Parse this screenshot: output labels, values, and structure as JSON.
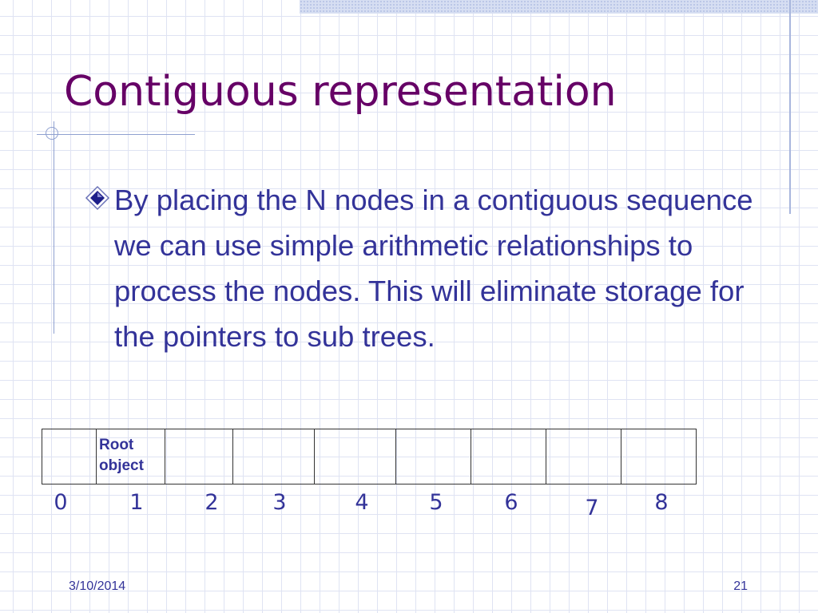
{
  "slide": {
    "title": "Contiguous representation",
    "bullet_icon": "diamond-bullet-icon",
    "bullets": [
      "By placing the N nodes in a contiguous sequence we can use simple arithmetic relationships to process the nodes. This will eliminate storage for the pointers to sub trees."
    ],
    "array": {
      "cells": [
        "",
        "Root object",
        "",
        "",
        "",
        "",
        "",
        "",
        ""
      ],
      "indices": [
        "0",
        "1",
        "2",
        "3",
        "4",
        "5",
        "6",
        "7",
        "8"
      ]
    },
    "footer": {
      "date": "3/10/2014",
      "page_number": "21"
    }
  },
  "colors": {
    "title": "#660066",
    "body_text": "#333399",
    "grid": "#dfe3f3",
    "accent_band": "#d6def2"
  }
}
